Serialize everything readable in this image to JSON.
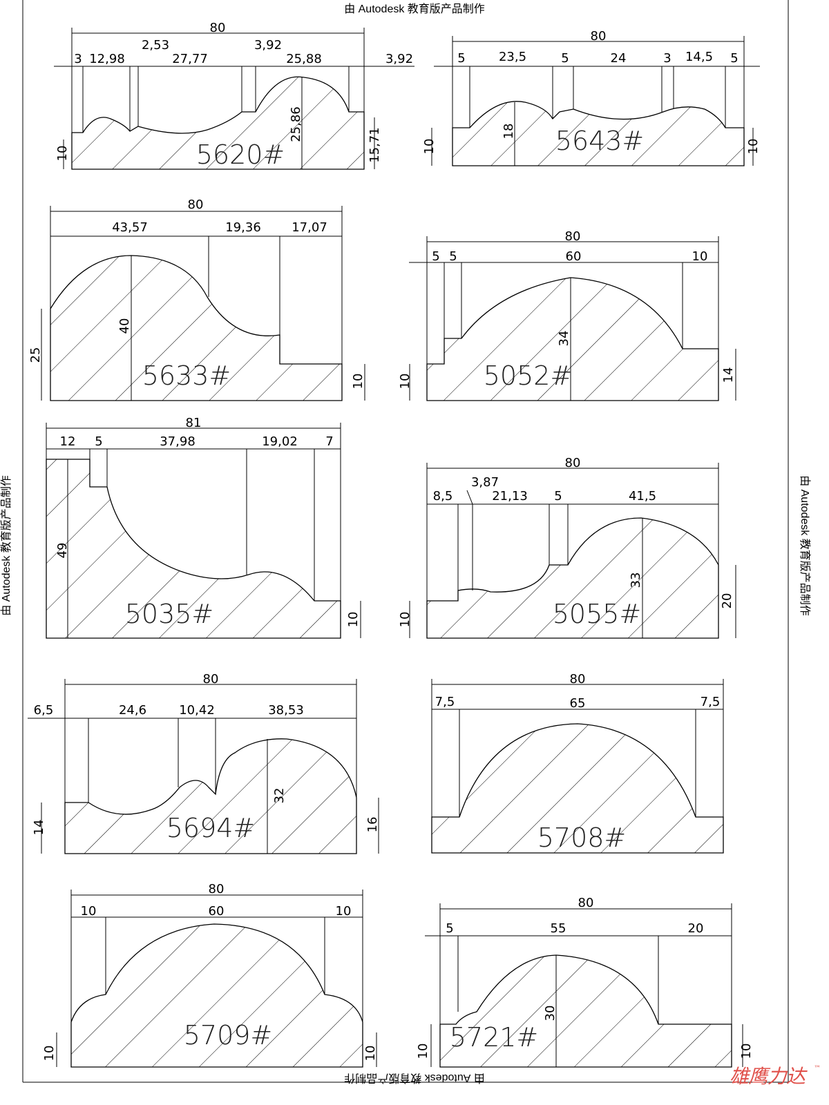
{
  "watermark": "由 Autodesk 教育版产品制作",
  "logo": {
    "text": "雄鹰力达",
    "tm": "™",
    "color": "#e0504a"
  },
  "profiles": [
    {
      "label": "5620#",
      "dims": [
        "80",
        "3",
        "12,98",
        "2,53",
        "27,77",
        "3,92",
        "25,88",
        "3,92",
        "10",
        "25,86",
        "15,71"
      ]
    },
    {
      "label": "5643#",
      "dims": [
        "80",
        "5",
        "23,5",
        "5",
        "24",
        "3",
        "14,5",
        "5",
        "10",
        "18",
        "10"
      ]
    },
    {
      "label": "5633#",
      "dims": [
        "80",
        "43,57",
        "19,36",
        "17,07",
        "25",
        "40",
        "10"
      ]
    },
    {
      "label": "5052#",
      "dims": [
        "80",
        "5",
        "5",
        "60",
        "10",
        "10",
        "34",
        "14"
      ]
    },
    {
      "label": "5035#",
      "dims": [
        "81",
        "12",
        "5",
        "37,98",
        "19,02",
        "7",
        "49",
        "10"
      ]
    },
    {
      "label": "5055#",
      "dims": [
        "80",
        "3,87",
        "8,5",
        "21,13",
        "5",
        "41,5",
        "10",
        "33",
        "20"
      ]
    },
    {
      "label": "5694#",
      "dims": [
        "80",
        "6,5",
        "24,6",
        "10,42",
        "38,53",
        "14",
        "32",
        "16"
      ]
    },
    {
      "label": "5708#",
      "dims": [
        "80",
        "7,5",
        "65",
        "7,5"
      ]
    },
    {
      "label": "5709#",
      "dims": [
        "80",
        "10",
        "60",
        "10",
        "10",
        "10"
      ]
    },
    {
      "label": "5721#",
      "dims": [
        "80",
        "5",
        "55",
        "20",
        "30",
        "10",
        "10"
      ]
    }
  ]
}
